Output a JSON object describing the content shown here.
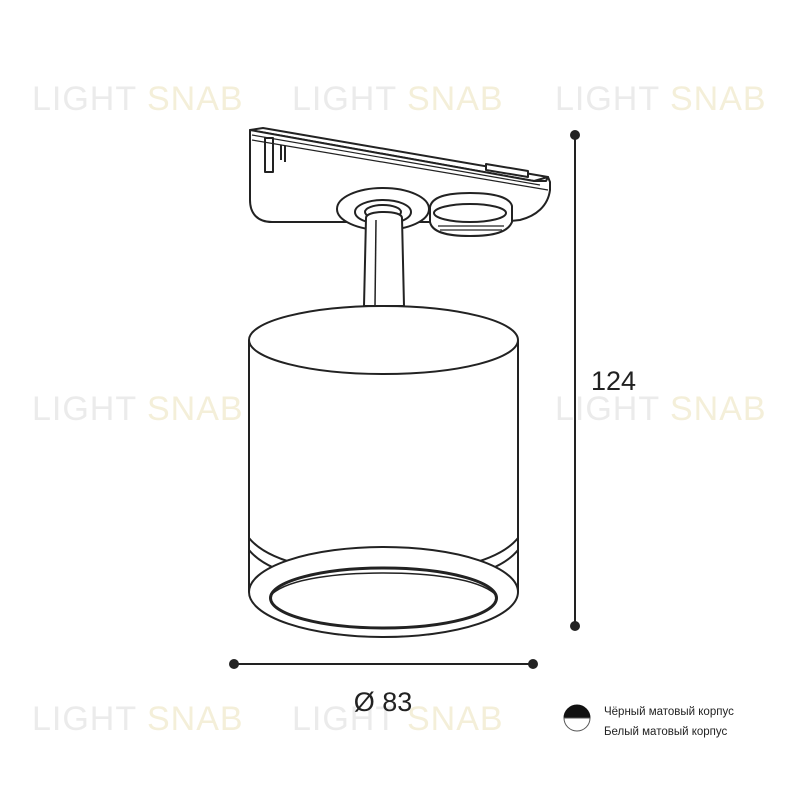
{
  "watermark": {
    "part1": "LIGHT",
    "part2": "SNAB"
  },
  "dimensions": {
    "height": "124",
    "diameter": "Ø 83"
  },
  "legend": {
    "items": [
      {
        "label": "Чёрный матовый корпус",
        "color": "#111111"
      },
      {
        "label": "Белый матовый корпус",
        "color": "#ffffff"
      }
    ]
  },
  "colors": {
    "line": "#222222",
    "watermark_gray": "#ebebeb",
    "watermark_gold": "#f4efd9"
  }
}
